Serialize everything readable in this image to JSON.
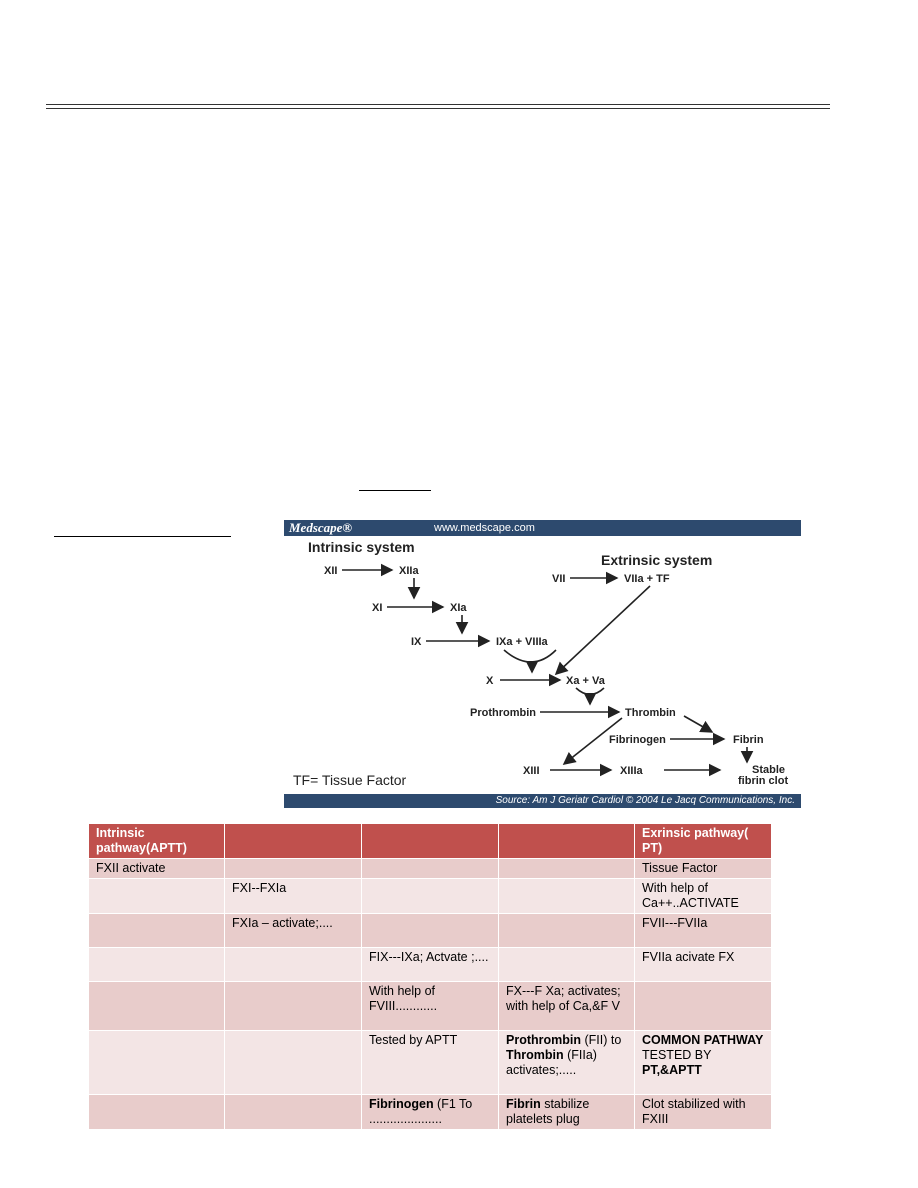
{
  "figure": {
    "brand": "Medscape®",
    "url": "www.medscape.com",
    "source": "Source:  Am J Geriatr Cardiol © 2004 Le Jacq Communications, Inc.",
    "intrinsic_title": "Intrinsic system",
    "extrinsic_title": "Extrinsic system",
    "labels": {
      "xii": "XII",
      "xiia": "XIIa",
      "xi": "XI",
      "xia": "XIa",
      "ix": "IX",
      "ixa_viiia": "IXa + VIIIa",
      "x": "X",
      "xa_va": "Xa + Va",
      "vii": "VII",
      "viia_tf": "VIIa + TF",
      "prothrombin": "Prothrombin",
      "thrombin": "Thrombin",
      "fibrinogen": "Fibrinogen",
      "fibrin": "Fibrin",
      "xiii": "XIII",
      "xiiia": "XIIIa",
      "stable1": "Stable",
      "stable2": "fibrin clot",
      "tf_note": "TF= Tissue Factor"
    }
  },
  "table": {
    "headers": [
      "Intrinsic pathway(APTT)",
      "",
      "",
      "",
      "Exrinsic pathway( PT)"
    ],
    "rows": [
      {
        "c1": "FXII  activate",
        "c2": "",
        "c3": "",
        "c4": "",
        "c5": "Tissue Factor"
      },
      {
        "c1": "",
        "c2": "FXI--FXIa",
        "c3": "",
        "c4": "",
        "c5": "With help of Ca++..ACTIVATE"
      },
      {
        "c1": "",
        "c2": "FXIa – activate;....",
        "c3": "",
        "c4": "",
        "c5": "FVII---FVIIa"
      },
      {
        "c1": "",
        "c2": "",
        "c3": "FIX---IXa; Actvate ;....",
        "c4": "",
        "c5": "FVIIa  acivate FX"
      },
      {
        "c1": "",
        "c2": "",
        "c3": "With help of FVIII............",
        "c4": "FX---F Xa; activates; with help of Ca,&F V",
        "c5": ""
      },
      {
        "c1": "",
        "c2": "",
        "c3": "Tested by APTT",
        "c4_b1": "Prothrombin",
        "c4_t1": " (FII)  to ",
        "c4_b2": "Thrombin",
        "c4_t2": " (FIIa) activates;.....",
        "c5_b1": "COMMON PATHWAY",
        "c5_t1": " TESTED BY ",
        "c5_b2": "PT,&APTT"
      },
      {
        "c1": "",
        "c2": "",
        "c3_b": "Fibrinogen",
        "c3_t": " (F1 To .....................",
        "c4_b": "Fibrin",
        "c4_t": " stabilize platelets plug",
        "c5": "Clot  stabilized with FXIII"
      }
    ]
  }
}
